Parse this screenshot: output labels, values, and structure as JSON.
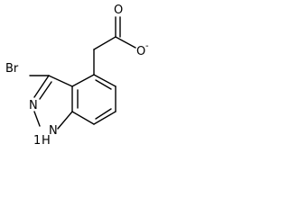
{
  "molecule": {
    "atoms": {
      "bromine": "Br",
      "carbonyl_oxygen": "O",
      "carboxylate_oxygen": "O",
      "carboxylate_charge": "-",
      "ring_nitrogen": "N",
      "nh_nitrogen": "N",
      "nh_hydrogen": "H",
      "nh_locant": "1"
    }
  }
}
